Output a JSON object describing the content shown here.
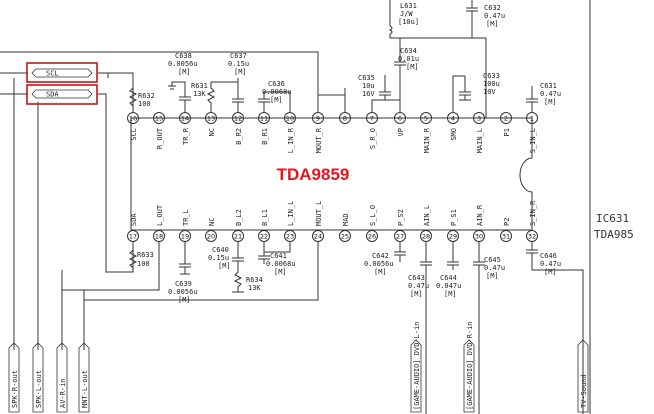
{
  "chip": {
    "name": "TDA9859",
    "top_pins": [
      {
        "num": "16",
        "name": "SCL"
      },
      {
        "num": "15",
        "name": "R_OUT"
      },
      {
        "num": "14",
        "name": "TR_R"
      },
      {
        "num": "13",
        "name": "NC"
      },
      {
        "num": "12",
        "name": "B_R2"
      },
      {
        "num": "11",
        "name": "B_R1"
      },
      {
        "num": "10",
        "name": "L_IN_R"
      },
      {
        "num": "9",
        "name": "MOUT_R"
      },
      {
        "num": "8",
        "name": ""
      },
      {
        "num": "7",
        "name": "S_R_O"
      },
      {
        "num": "6",
        "name": "VP"
      },
      {
        "num": "5",
        "name": "MAIN_R"
      },
      {
        "num": "4",
        "name": "SMO"
      },
      {
        "num": "3",
        "name": "MAIN_L"
      },
      {
        "num": "2",
        "name": "P1"
      },
      {
        "num": "1",
        "name": "S_IN_L"
      }
    ],
    "bottom_pins": [
      {
        "num": "17",
        "name": "SDA"
      },
      {
        "num": "18",
        "name": "L_OUT"
      },
      {
        "num": "19",
        "name": "TR_L"
      },
      {
        "num": "20",
        "name": "NC"
      },
      {
        "num": "21",
        "name": "B_L2"
      },
      {
        "num": "22",
        "name": "B_L1"
      },
      {
        "num": "23",
        "name": "L_IN_L"
      },
      {
        "num": "24",
        "name": "MOUT_L"
      },
      {
        "num": "25",
        "name": "MAD"
      },
      {
        "num": "26",
        "name": "S_L_O"
      },
      {
        "num": "27",
        "name": "P_S2"
      },
      {
        "num": "28",
        "name": "AIN_L"
      },
      {
        "num": "29",
        "name": "P_S1"
      },
      {
        "num": "30",
        "name": "AIN_R"
      },
      {
        "num": "31",
        "name": "P2"
      },
      {
        "num": "32",
        "name": "S_IN_R"
      }
    ]
  },
  "bus_labels": {
    "scl": "SCL",
    "sda": "SDA"
  },
  "components": {
    "l631": {
      "ref": "L631",
      "value": "J/W",
      "rating": "[10u]"
    },
    "c632": {
      "ref": "C632",
      "value": "0.47u",
      "rating": "[M]"
    },
    "c634": {
      "ref": "C634",
      "value": "0.01u",
      "rating": "[M]"
    },
    "c635": {
      "ref": "C635",
      "value": "10u",
      "rating": "16V"
    },
    "c633": {
      "ref": "C633",
      "value": "100u",
      "rating": "10V"
    },
    "c631": {
      "ref": "C631",
      "value": "0.47u",
      "rating": "[M]"
    },
    "c638": {
      "ref": "C638",
      "value": "0.0056u",
      "rating": "[M]"
    },
    "c637": {
      "ref": "C637",
      "value": "0.15u",
      "rating": "[M]"
    },
    "r631": {
      "ref": "R631",
      "value": "13K"
    },
    "c636": {
      "ref": "C636",
      "value": "0.0068u",
      "rating": "[M]"
    },
    "r632": {
      "ref": "R632",
      "value": "100"
    },
    "r633": {
      "ref": "R633",
      "value": "100"
    },
    "c639": {
      "ref": "C639",
      "value": "0.0056u",
      "rating": "[M]"
    },
    "c640": {
      "ref": "C640",
      "value": "0.15u",
      "rating": "[M]"
    },
    "r634": {
      "ref": "R634",
      "value": "13K"
    },
    "c641": {
      "ref": "C641",
      "value": "0.0068u",
      "rating": "[M]"
    },
    "c642": {
      "ref": "C642",
      "value": "0.0056u",
      "rating": "[M]"
    },
    "c643": {
      "ref": "C643",
      "value": "0.47u",
      "rating": "[M]"
    },
    "c644": {
      "ref": "C644",
      "value": "0.047u",
      "rating": "[M]"
    },
    "c645": {
      "ref": "C645",
      "value": "0.47u",
      "rating": "[M]"
    },
    "c646": {
      "ref": "C646",
      "value": "0.47u",
      "rating": "[M]"
    }
  },
  "ic_label": {
    "ref": "IC631",
    "part": "TDA985"
  },
  "bottom_nets": {
    "spk_r_out": "SPK-R-out",
    "spk_l_out": "SPK-L-out",
    "av_r_in": "AV-R-in",
    "mnt_l_out": "MNT-L-out",
    "dvd_l_in": "[GAME-AUDIO] DVD-L-in",
    "dvd_r_in": "[GAME-AUDIO] DVD-R-in",
    "tv_sound": "TV-Sound"
  },
  "colors": {
    "chip_name": "#e8161c",
    "highlight_box": "#c4161c",
    "wire": "#333333"
  }
}
